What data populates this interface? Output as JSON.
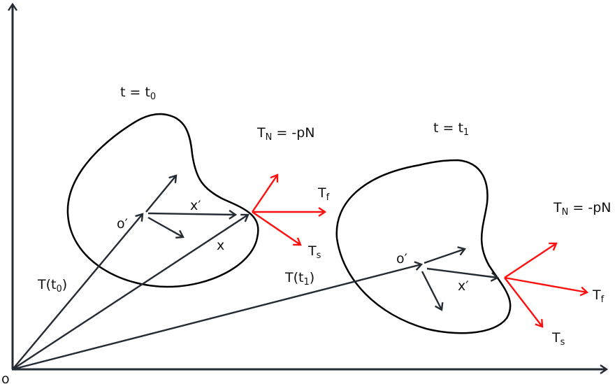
{
  "colors": {
    "vector": "#252b33",
    "traction": "#ff1010",
    "body": "#000000"
  },
  "origin_label": "o",
  "state0": {
    "time_label": "t = t",
    "time_sub": "0",
    "normal_label_T": "T",
    "normal_label_sub": "N",
    "normal_label_rest": " = -pN",
    "tf_T": "T",
    "tf_sub": "f",
    "ts_T": "T",
    "ts_sub": "s",
    "local_origin": "o′",
    "xprime": "x′",
    "x": "x",
    "translation_T": "T(t",
    "translation_sub": "0",
    "translation_close": ")"
  },
  "state1": {
    "time_label": "t = t",
    "time_sub": "1",
    "normal_label_T": "T",
    "normal_label_sub": "N",
    "normal_label_rest": " = -pN",
    "tf_T": "T",
    "tf_sub": "f",
    "ts_T": "T",
    "ts_sub": "s",
    "local_origin": "o′",
    "xprime": "x′",
    "translation_T": "T(t",
    "translation_sub": "1",
    "translation_close": ")"
  }
}
